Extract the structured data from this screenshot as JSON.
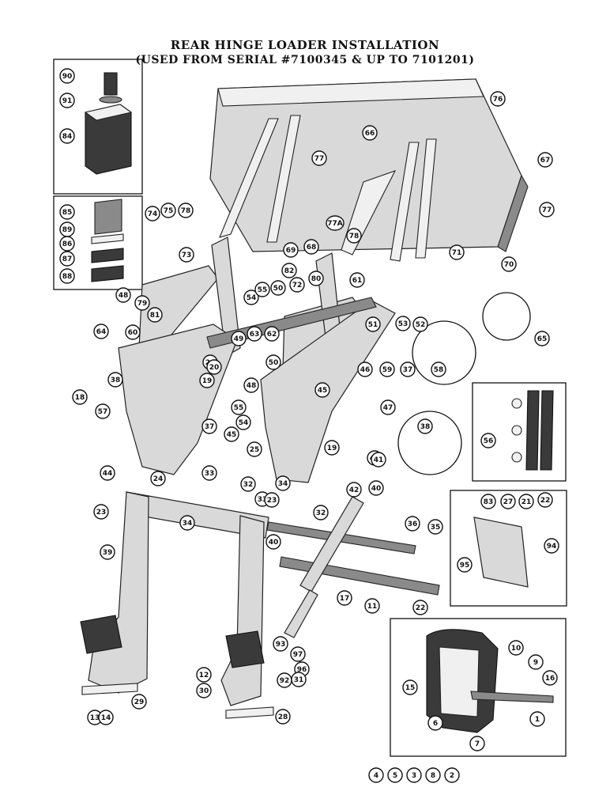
{
  "title": {
    "line1": "REAR HINGE LOADER INSTALLATION",
    "line2": "(USED FROM SERIAL #7100345 & UP TO 7101201)"
  },
  "callouts": [
    "90",
    "91",
    "84",
    "85",
    "89",
    "86",
    "87",
    "88",
    "74",
    "75",
    "78",
    "76",
    "77",
    "66",
    "67",
    "77",
    "77A",
    "78",
    "68",
    "69",
    "82",
    "72",
    "80",
    "73",
    "71",
    "70",
    "48",
    "79",
    "81",
    "54",
    "55",
    "50",
    "61",
    "62",
    "63",
    "49",
    "53",
    "52",
    "51",
    "65",
    "64",
    "60",
    "26",
    "20",
    "58",
    "38",
    "18",
    "48",
    "19",
    "57",
    "45",
    "46",
    "59",
    "37",
    "56",
    "50",
    "55",
    "54",
    "47",
    "38",
    "43",
    "37",
    "45",
    "25",
    "19",
    "32",
    "33",
    "41",
    "42",
    "44",
    "24",
    "34",
    "32",
    "33",
    "40",
    "23",
    "36",
    "35",
    "34",
    "23",
    "39",
    "40",
    "17",
    "11",
    "22",
    "83",
    "27",
    "21",
    "22",
    "94",
    "95",
    "93",
    "97",
    "96",
    "92",
    "31",
    "12",
    "30",
    "28",
    "29",
    "13",
    "14",
    "10",
    "9",
    "15",
    "16",
    "1",
    "6",
    "7",
    "4",
    "5",
    "3",
    "8",
    "2"
  ]
}
